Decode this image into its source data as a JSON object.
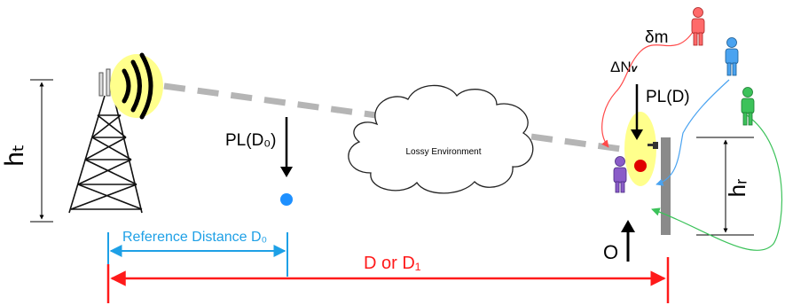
{
  "labels": {
    "transmitter_height": "hₜ",
    "receiver_height": "hᵣ",
    "path_loss_reference": "PL(D₀)",
    "path_loss_receiver": "PL(D)",
    "cloud_text": "Lossy Environment",
    "reference_distance": "Reference Distance D₀",
    "total_distance": "D or D₁",
    "delta_m": "δm",
    "delta_n": "ΔN",
    "delta_n_subscript": "v",
    "obstacle_symbol": "O"
  },
  "colors": {
    "link": "#b5b5b5",
    "reference_distance": "#1ea0e6",
    "total_distance": "#ff1a1a",
    "reference_point": "#1e90ff",
    "receiver_point": "#e00000",
    "signal_glow": "#ffff8c",
    "person_red": "#ff6a6a",
    "person_blue": "#4aa3f0",
    "person_green": "#3cc25a",
    "person_purple": "#8a5cc8",
    "path_red": "#ff4a4a",
    "path_blue": "#4aa3f0",
    "path_green": "#3cc25a",
    "pole": "#8a8a8a"
  },
  "icons": [
    "tower-icon",
    "signal-waves-icon",
    "cloud-icon",
    "receiver-antenna-icon",
    "person-icon"
  ]
}
